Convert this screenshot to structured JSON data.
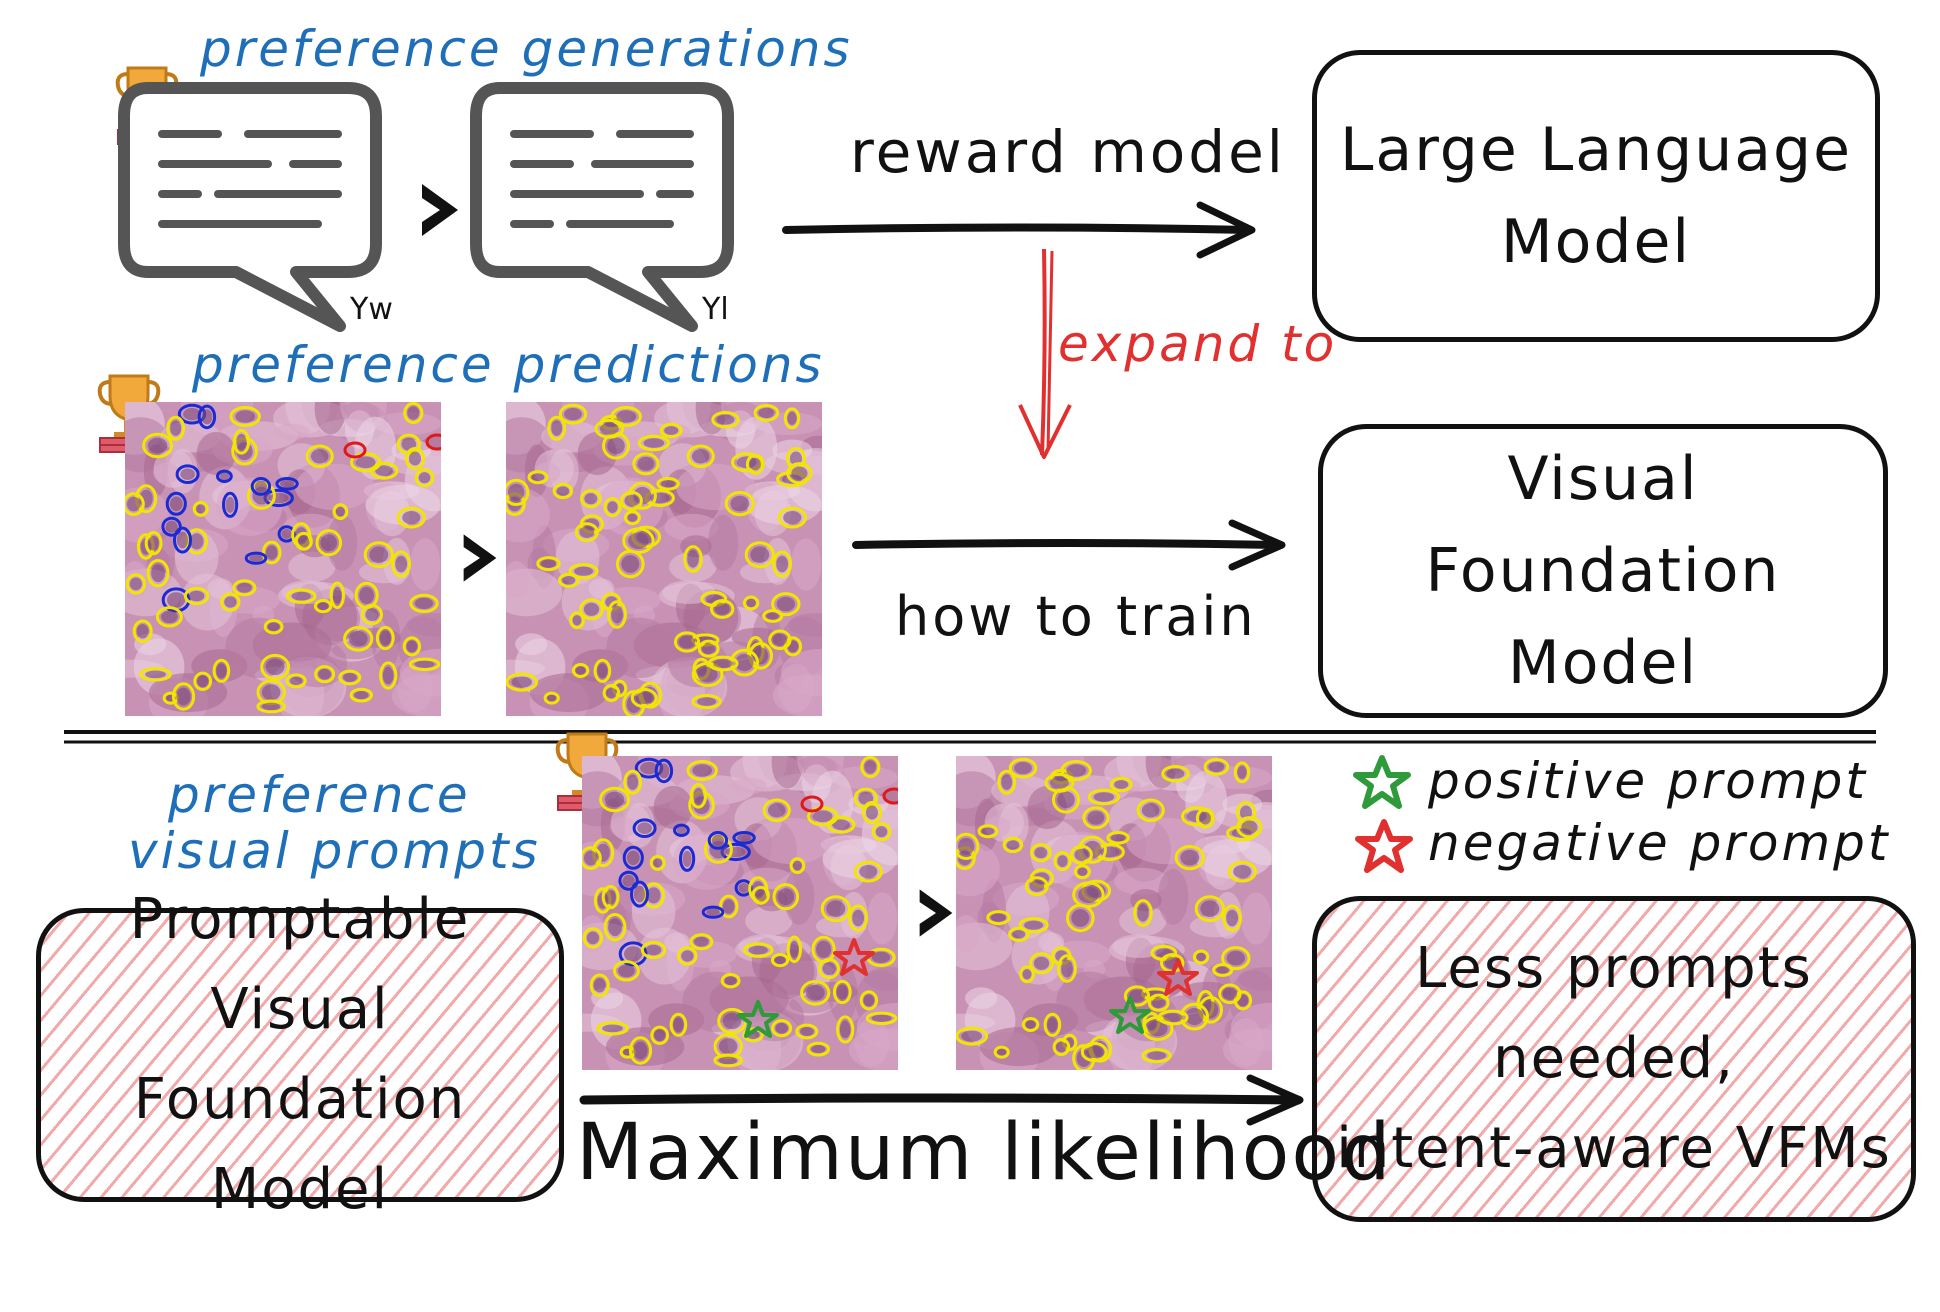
{
  "labels": {
    "preference_generations": "preference generations",
    "preference_predictions": "preference predictions",
    "preference_visual_prompts_line1": "preference",
    "preference_visual_prompts_line2": "visual prompts",
    "yw": "Yw",
    "yl": "Yl",
    "reward_model": "reward model",
    "expand_to": "expand to",
    "how_to_train": "how to train",
    "maximum_likelihood": "Maximum likelihood",
    "positive_prompt": "positive prompt",
    "negative_prompt": "negative prompt"
  },
  "boxes": {
    "llm_line1": "Large Language",
    "llm_line2": "Model",
    "vfm_line1": "Visual Foundation",
    "vfm_line2": "Model",
    "pvfm_line1": "Promptable",
    "pvfm_line2": "Visual Foundation",
    "pvfm_line3": "Model",
    "result_line1": "Less prompts needed,",
    "result_line2": "intent-aware VFMs"
  },
  "colors": {
    "blue_text": "#1f6fb8",
    "red_text": "#e03030",
    "contour_yellow": "#f2e600",
    "contour_blue": "#1a2bd6",
    "contour_red": "#e01818",
    "positive_star": "#2e9a3a",
    "negative_star": "#e03030",
    "hatch": "#f2a9a9",
    "trophy": "#f0a93a"
  },
  "icons": [
    "trophy-icon",
    "speech-bubble-icon",
    "greater-than-icon",
    "positive-star-icon",
    "negative-star-icon"
  ]
}
